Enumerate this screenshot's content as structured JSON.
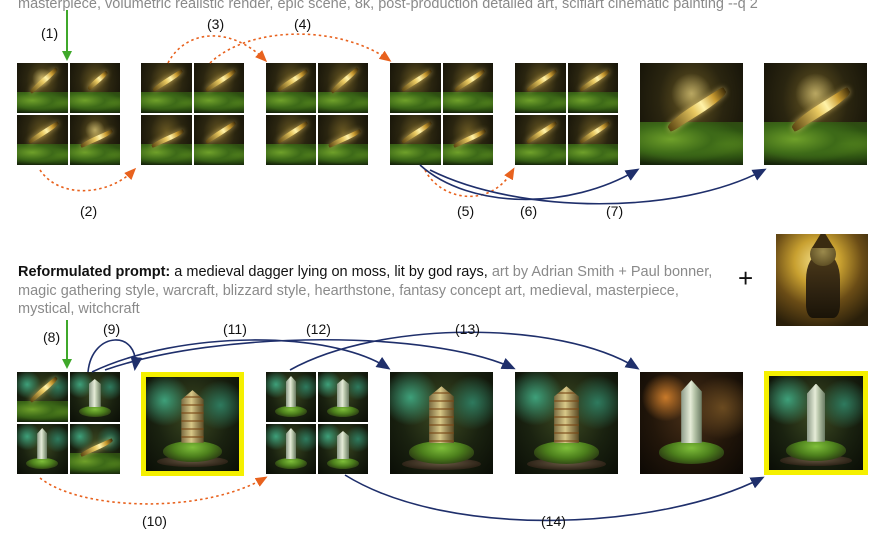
{
  "row1": {
    "prompt_tail": "masterpiece, volumetric realistic render, epic scene, 8k, post-production detailed art, scifiart cinematic painting --q 2"
  },
  "row2": {
    "prompt_lead": "Reformulated prompt:",
    "prompt_main": " a medieval dagger lying on moss, lit by god rays,",
    "prompt_rest": " art by Adrian Smith + Paul bonner, magic gathering style, warcraft, blizzard style, hearthstone, fantasy concept art, medieval, masterpiece, mystical, witchcraft",
    "plus": "+"
  },
  "labels": {
    "l1": "(1)",
    "l2": "(2)",
    "l3": "(3)",
    "l4": "(4)",
    "l5": "(5)",
    "l6": "(6)",
    "l7": "(7)",
    "l8": "(8)",
    "l9": "(9)",
    "l10": "(10)",
    "l11": "(11)",
    "l12": "(12)",
    "l13": "(13)",
    "l14": "(14)"
  },
  "colors": {
    "start_arrow": "#3fa82a",
    "variation_arrow": "#e8621e",
    "upscale_arrow": "#1f2f6b",
    "selected_frame": "#f5f000"
  },
  "icons": {
    "start": "green-down-arrow",
    "variation": "orange-dotted-arrow",
    "upscale": "navy-solid-arrow"
  }
}
